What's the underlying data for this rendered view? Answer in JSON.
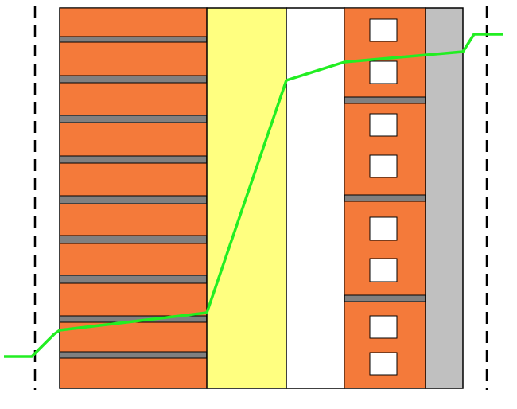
{
  "diagram": {
    "layers": [
      {
        "key": "brick-wall",
        "fill": "#f47a3a",
        "mortar": "#808080"
      },
      {
        "key": "insulation",
        "fill": "#ffff80"
      },
      {
        "key": "air-gap",
        "fill": "#ffffff"
      },
      {
        "key": "hollow-block-wall",
        "fill": "#f47a3a",
        "mortar": "#808080",
        "cell_fill": "#ffffff"
      },
      {
        "key": "plaster",
        "fill": "#c0c0c0"
      }
    ],
    "surface_boundary": {
      "style": "dashed",
      "color": "#000000"
    },
    "temperature_profile": {
      "color": "#22ee22"
    }
  }
}
